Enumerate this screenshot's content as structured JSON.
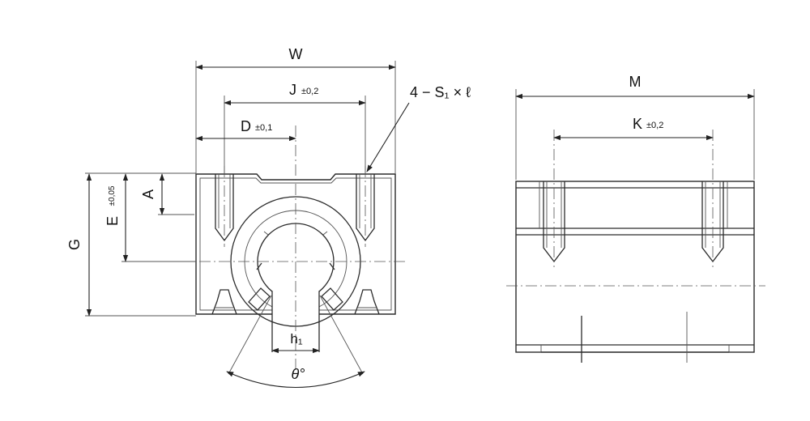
{
  "labels": {
    "W": "W",
    "J": "J",
    "J_tol": "±0,2",
    "D": "D",
    "D_tol": "±0,1",
    "A": "A",
    "E": "E",
    "E_tol": "±0,05",
    "G": "G",
    "h1": "h₁",
    "theta": "θ°",
    "S1": "4 − S₁ × ℓ",
    "M": "M",
    "K": "K",
    "K_tol": "±0,2"
  }
}
